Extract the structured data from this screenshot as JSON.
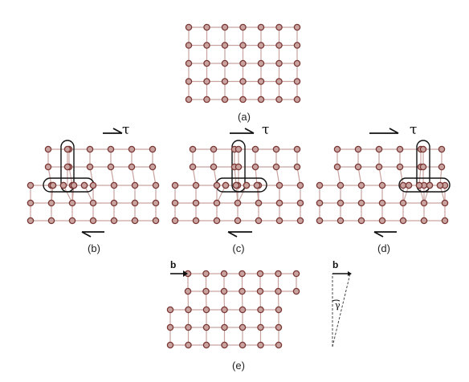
{
  "colors": {
    "atom_fill": "#c9a3a0",
    "atom_stroke": "#7a3633",
    "bond": "#c9a3a0",
    "outline": "#111111"
  },
  "icons": {
    "atom": "circle-atom-icon",
    "shear_arrow": "half-arrow-icon",
    "burgers_arrow": "arrow-right-icon"
  },
  "panels": {
    "a": {
      "label": "(a)"
    },
    "b": {
      "label": "(b)",
      "shear_symbol": "τ"
    },
    "c": {
      "label": "(c)",
      "shear_symbol": "τ"
    },
    "d": {
      "label": "(d)",
      "shear_symbol": "τ"
    },
    "e": {
      "label": "(e)",
      "burgers_label": "b",
      "detail_burgers_label": "b",
      "angle_label": "γ"
    }
  }
}
